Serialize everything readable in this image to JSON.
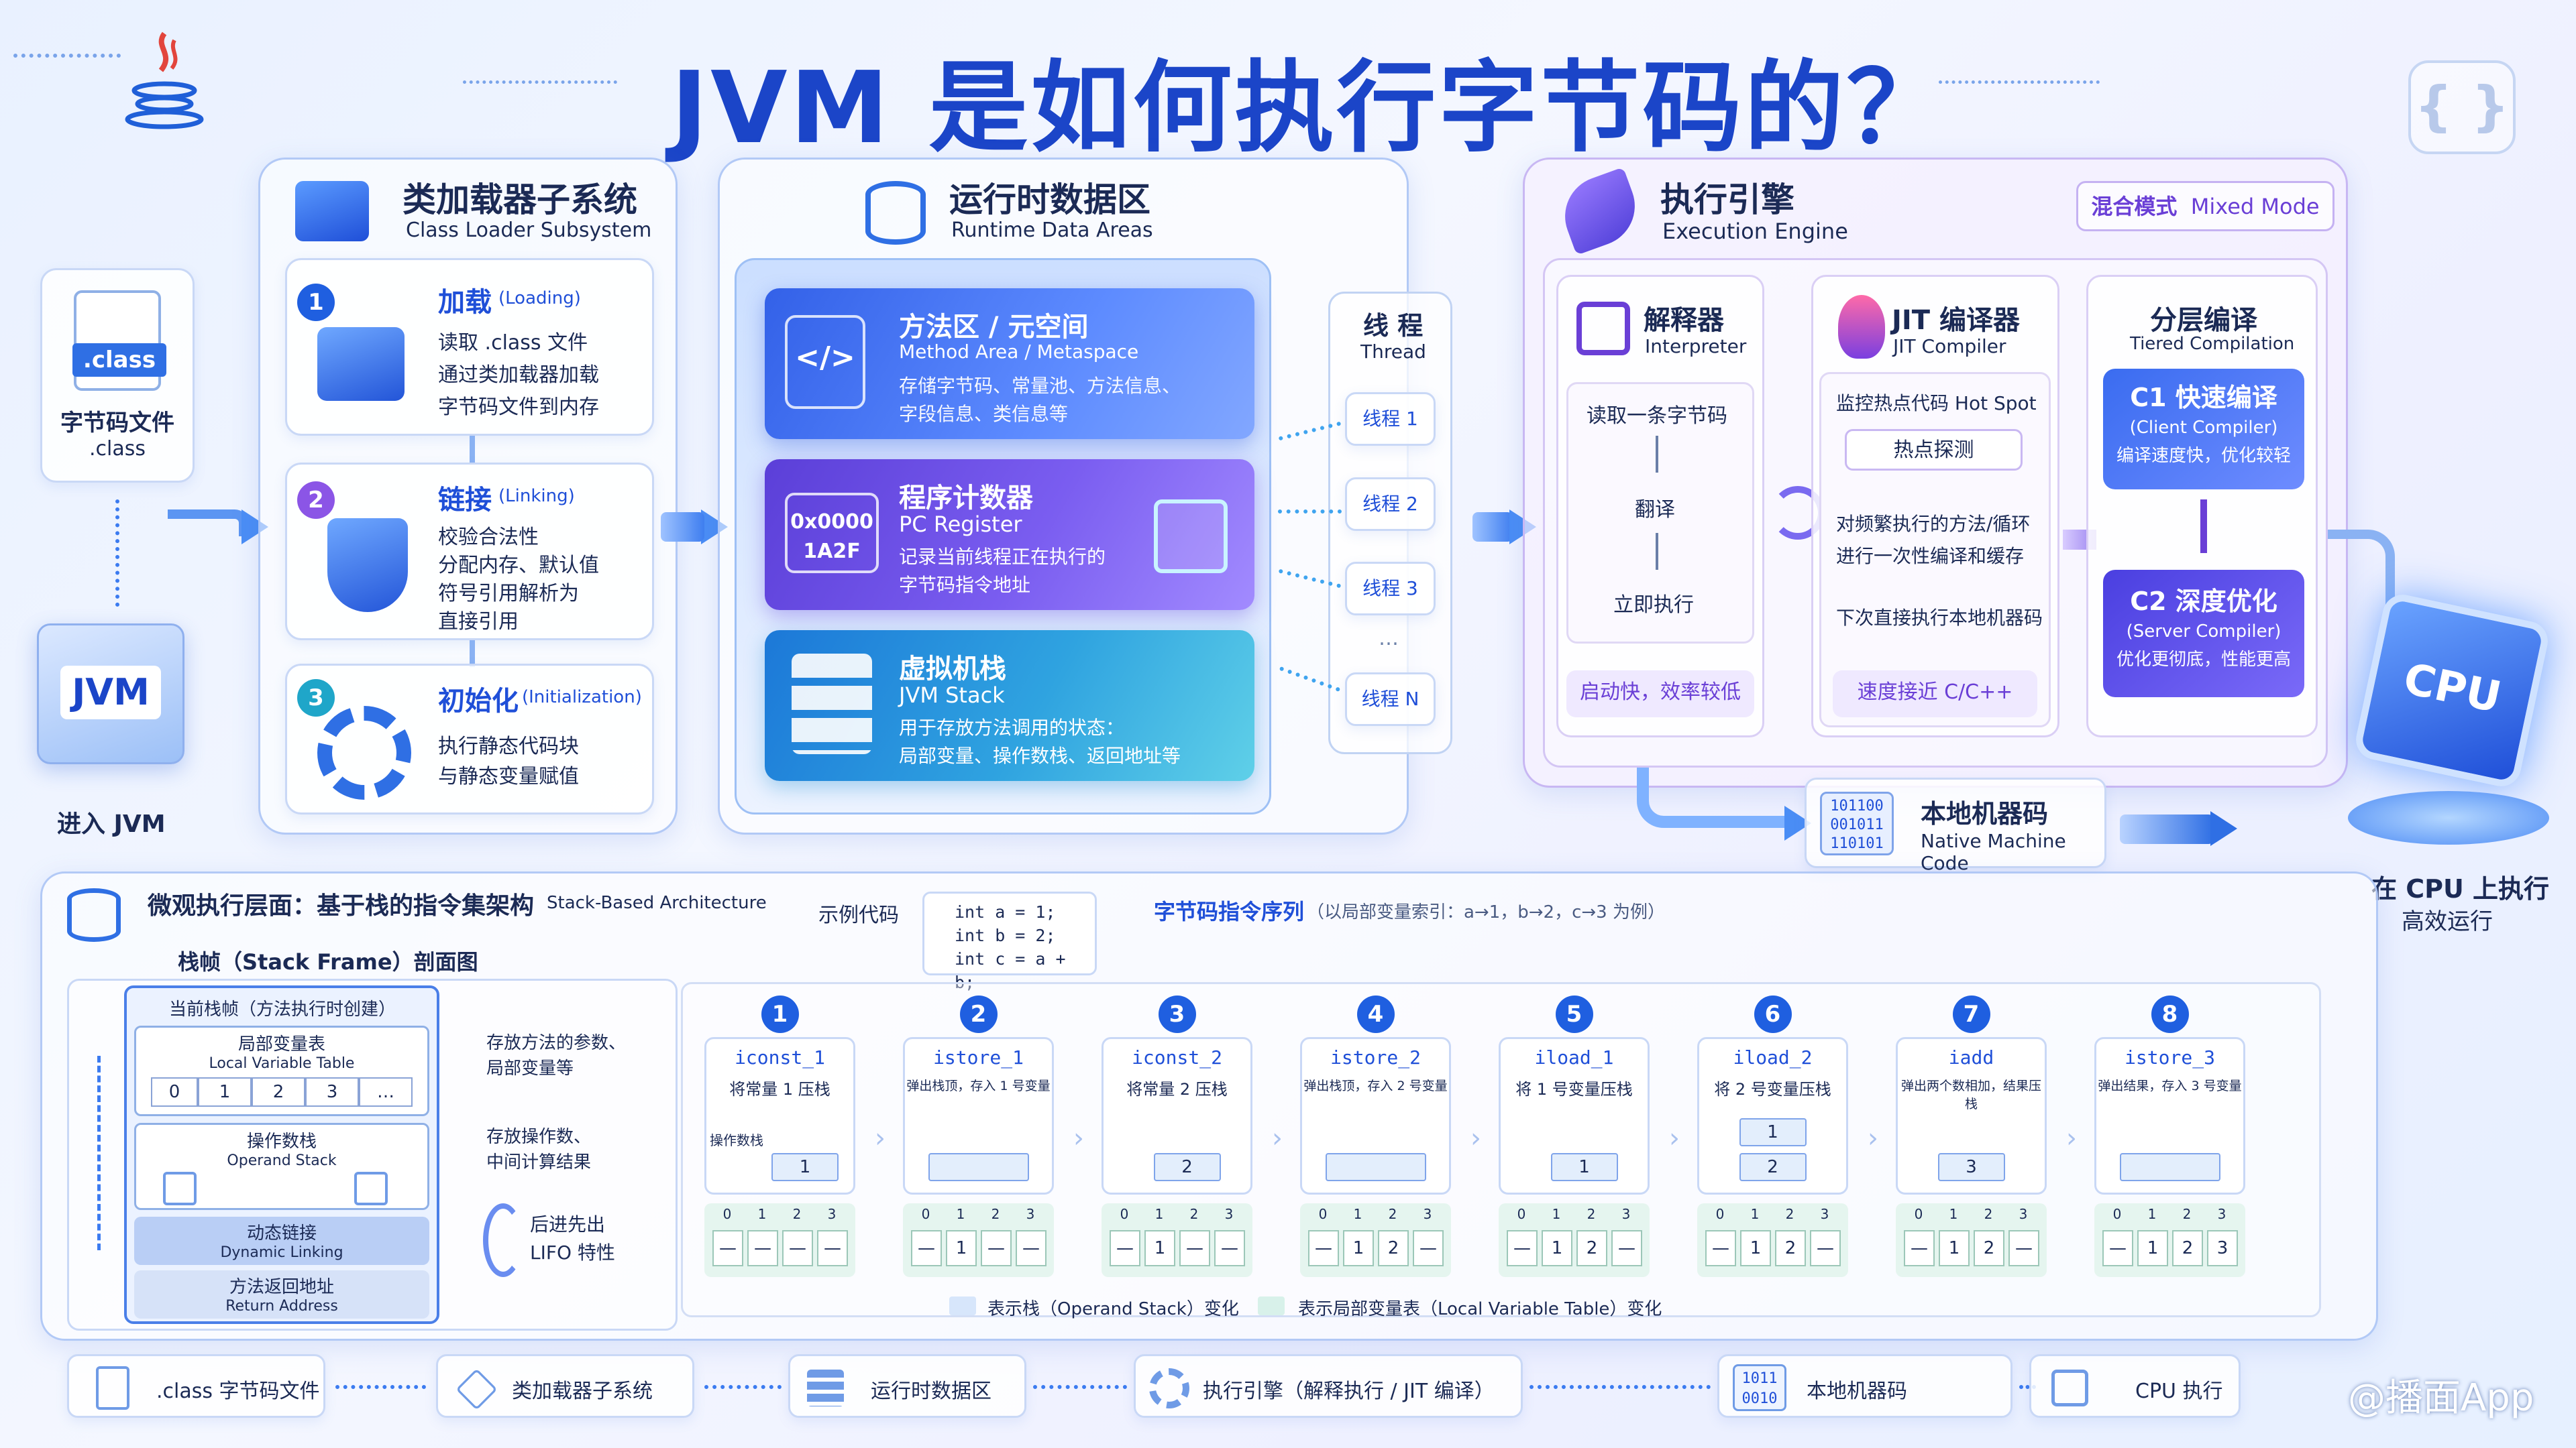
{
  "title": "JVM 是如何执行字节码的？",
  "watermark": "@播面App",
  "colors": {
    "primary": "#1f4fd8",
    "purple": "#6a3fd6",
    "accent": "#3b7bf0"
  },
  "left": {
    "class_icon_text": ".class",
    "file_label": "字节码文件",
    "file_sub": ".class",
    "jvm_cube_text": "JVM",
    "enter_label": "进入 JVM"
  },
  "class_loader": {
    "title": "类加载器子系统",
    "subtitle": "Class Loader Subsystem",
    "steps": [
      {
        "num": "1",
        "title": "加载",
        "en": "(Loading)",
        "lines": [
          "读取 .class 文件",
          "通过类加载器加载",
          "字节码文件到内存"
        ]
      },
      {
        "num": "2",
        "title": "链接",
        "en": "(Linking)",
        "lines": [
          "校验合法性",
          "分配内存、默认值",
          "符号引用解析为",
          "直接引用"
        ]
      },
      {
        "num": "3",
        "title": "初始化",
        "en": "(Initialization)",
        "lines": [
          "执行静态代码块",
          "与静态变量赋值"
        ]
      }
    ]
  },
  "runtime": {
    "title": "运行时数据区",
    "subtitle": "Runtime Data Areas",
    "areas": [
      {
        "title": "方法区 / 元空间",
        "en": "Method Area / Metaspace",
        "lines": [
          "存储字节码、常量池、方法信息、",
          "字段信息、类信息等"
        ]
      },
      {
        "title": "程序计数器",
        "en": "PC Register",
        "lines": [
          "记录当前线程正在执行的",
          "字节码指令地址"
        ],
        "chip": [
          "0x0000",
          "1A2F"
        ]
      },
      {
        "title": "虚拟机栈",
        "en": "JVM Stack",
        "lines": [
          "用于存放方法调用的状态：",
          "局部变量、操作数栈、返回地址等"
        ]
      }
    ],
    "thread_title": "线 程",
    "thread_en": "Thread",
    "threads": [
      "线程 1",
      "线程 2",
      "线程 3",
      "…",
      "线程 N"
    ]
  },
  "engine": {
    "title": "执行引擎",
    "subtitle": "Execution Engine",
    "mode_cn": "混合模式",
    "mode_en": "Mixed Mode",
    "interpreter": {
      "title": "解释器",
      "en": "Interpreter",
      "steps": [
        "读取一条字节码",
        "翻译",
        "立即执行"
      ],
      "footer": "启动快，效率较低"
    },
    "jit": {
      "title": "JIT 编译器",
      "en": "JIT Compiler",
      "line1": "监控热点代码 Hot Spot",
      "tag": "热点探测",
      "line2": [
        "对频繁执行的方法/循环",
        "进行一次性编译和缓存"
      ],
      "line3": "下次直接执行本地机器码",
      "footer": "速度接近 C/C++"
    },
    "tiered": {
      "title": "分层编译",
      "en": "Tiered Compilation",
      "c1": {
        "title": "C1 快速编译",
        "sub": "(Client Compiler)",
        "desc": "编译速度快，优化较轻"
      },
      "c2": {
        "title": "C2 深度优化",
        "sub": "(Server Compiler)",
        "desc": "优化更彻底，性能更高"
      }
    }
  },
  "native": {
    "title": "本地机器码",
    "en": "Native Machine Code",
    "bits": [
      "101100",
      "001011",
      "110101"
    ]
  },
  "cpu": {
    "chip": "CPU",
    "line1": "在 CPU 上执行",
    "line2": "高效运行"
  },
  "micro": {
    "title": "微观执行层面：基于栈的指令集架构",
    "title_en": "Stack-Based Architecture",
    "frame_title": "栈帧（Stack Frame）剖面图",
    "frame": {
      "current": "当前栈帧（方法执行时创建）",
      "lvt_cn": "局部变量表",
      "lvt_en": "Local Variable Table",
      "lvt_slots": [
        "0",
        "1",
        "2",
        "3",
        "…"
      ],
      "ops_cn": "操作数栈",
      "ops_en": "Operand Stack",
      "dyn_cn": "动态链接",
      "dyn_en": "Dynamic Linking",
      "ret_cn": "方法返回地址",
      "ret_en": "Return Address",
      "note1": [
        "存放方法的参数、",
        "局部变量等"
      ],
      "note2": [
        "存放操作数、",
        "中间计算结果"
      ],
      "note3": [
        "后进先出",
        "LIFO 特性"
      ]
    },
    "code_label": "示例代码",
    "code": [
      "int a = 1;",
      "int b = 2;",
      "int c = a + b;"
    ],
    "seq_title": "字节码指令序列",
    "seq_note": "（以局部变量索引：a→1，b→2，c→3 为例）",
    "instructions": [
      {
        "n": "1",
        "op": "iconst_1",
        "desc": "将常量 1 压栈",
        "stack_label": "操作数栈",
        "stack": [
          "1"
        ],
        "lv": [
          "—",
          "—",
          "—",
          "—"
        ]
      },
      {
        "n": "2",
        "op": "istore_1",
        "desc": "弹出栈顶，存入 1 号变量",
        "stack_label": "",
        "stack": [],
        "lv": [
          "—",
          "1",
          "—",
          "—"
        ]
      },
      {
        "n": "3",
        "op": "iconst_2",
        "desc": "将常量 2 压栈",
        "stack_label": "",
        "stack": [
          "2"
        ],
        "lv": [
          "—",
          "1",
          "—",
          "—"
        ]
      },
      {
        "n": "4",
        "op": "istore_2",
        "desc": "弹出栈顶，存入 2 号变量",
        "stack_label": "",
        "stack": [],
        "lv": [
          "—",
          "1",
          "2",
          "—"
        ]
      },
      {
        "n": "5",
        "op": "iload_1",
        "desc": "将 1 号变量压栈",
        "stack_label": "",
        "stack": [
          "1"
        ],
        "lv": [
          "—",
          "1",
          "2",
          "—"
        ]
      },
      {
        "n": "6",
        "op": "iload_2",
        "desc": "将 2 号变量压栈",
        "stack_label": "",
        "stack": [
          "1",
          "2"
        ],
        "lv": [
          "—",
          "1",
          "2",
          "—"
        ]
      },
      {
        "n": "7",
        "op": "iadd",
        "desc": "弹出两个数相加，结果压栈",
        "stack_label": "",
        "stack": [
          "3"
        ],
        "lv": [
          "—",
          "1",
          "2",
          "—"
        ]
      },
      {
        "n": "8",
        "op": "istore_3",
        "desc": "弹出结果，存入 3 号变量",
        "stack_label": "",
        "stack": [],
        "lv": [
          "—",
          "1",
          "2",
          "3"
        ]
      }
    ],
    "lv_idx": [
      "0",
      "1",
      "2",
      "3"
    ],
    "legend_stack": "表示栈（Operand Stack）变化",
    "legend_lvt": "表示局部变量表（Local Variable Table）变化"
  },
  "flow": [
    ".class 字节码文件",
    "类加载器子系统",
    "运行时数据区",
    "执行引擎（解释执行 / JIT 编译）",
    "本地机器码",
    "CPU 执行"
  ],
  "flow_bits": [
    "1011",
    "0010"
  ]
}
